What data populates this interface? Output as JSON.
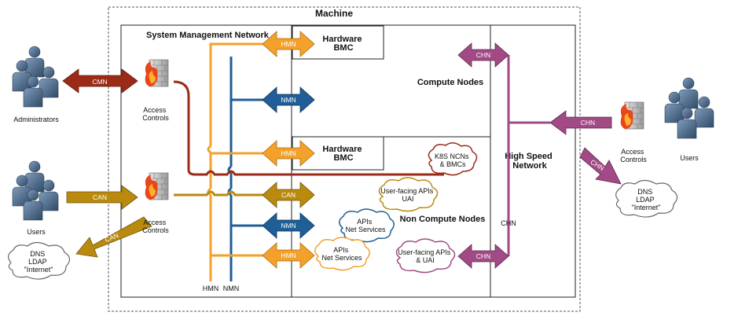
{
  "machine_label": "Machine",
  "system_management_network_label": "System Management Network",
  "compute_nodes_label": "Compute Nodes",
  "non_compute_nodes_label": "Non Compute Nodes",
  "high_speed_network_label": [
    "High Speed",
    "Network"
  ],
  "hardware_bmc_top": [
    "Hardware",
    "BMC"
  ],
  "hardware_bmc_mid": [
    "Hardware",
    "BMC"
  ],
  "administrators_label": "Administrators",
  "users_left_label": "Users",
  "users_right_label": "Users",
  "access_controls_label": [
    "Access",
    "Controls"
  ],
  "k8s_cloud": [
    "K8S NCNs",
    "& BMCs"
  ],
  "user_facing_cloud_gold": [
    "User-facing APIs",
    "UAI"
  ],
  "apis_cloud_blue": [
    "APIs",
    "Net Services"
  ],
  "apis_cloud_orange": [
    "APIs",
    "Net Services"
  ],
  "user_facing_cloud_purple": [
    "User-facing APIs",
    "& UAI"
  ],
  "dns_cloud": [
    "DNS",
    "LDAP",
    "\"Internet\""
  ],
  "arrows": {
    "cmn": "CMN",
    "can": "CAN",
    "hmn": "HMN",
    "nmn": "NMN",
    "chn": "CHN"
  },
  "bus_labels": {
    "hmn": "HMN",
    "nmn": "NMN"
  },
  "hsn_chn_label": "CHN",
  "colors": {
    "cmn": "#9b2a17",
    "can": "#b98a0e",
    "hmn": "#f3a12b",
    "nmn": "#1f5e96",
    "chn": "#a14a85",
    "person": "#5d7d9e",
    "firewall_flame": "#e8461b"
  }
}
